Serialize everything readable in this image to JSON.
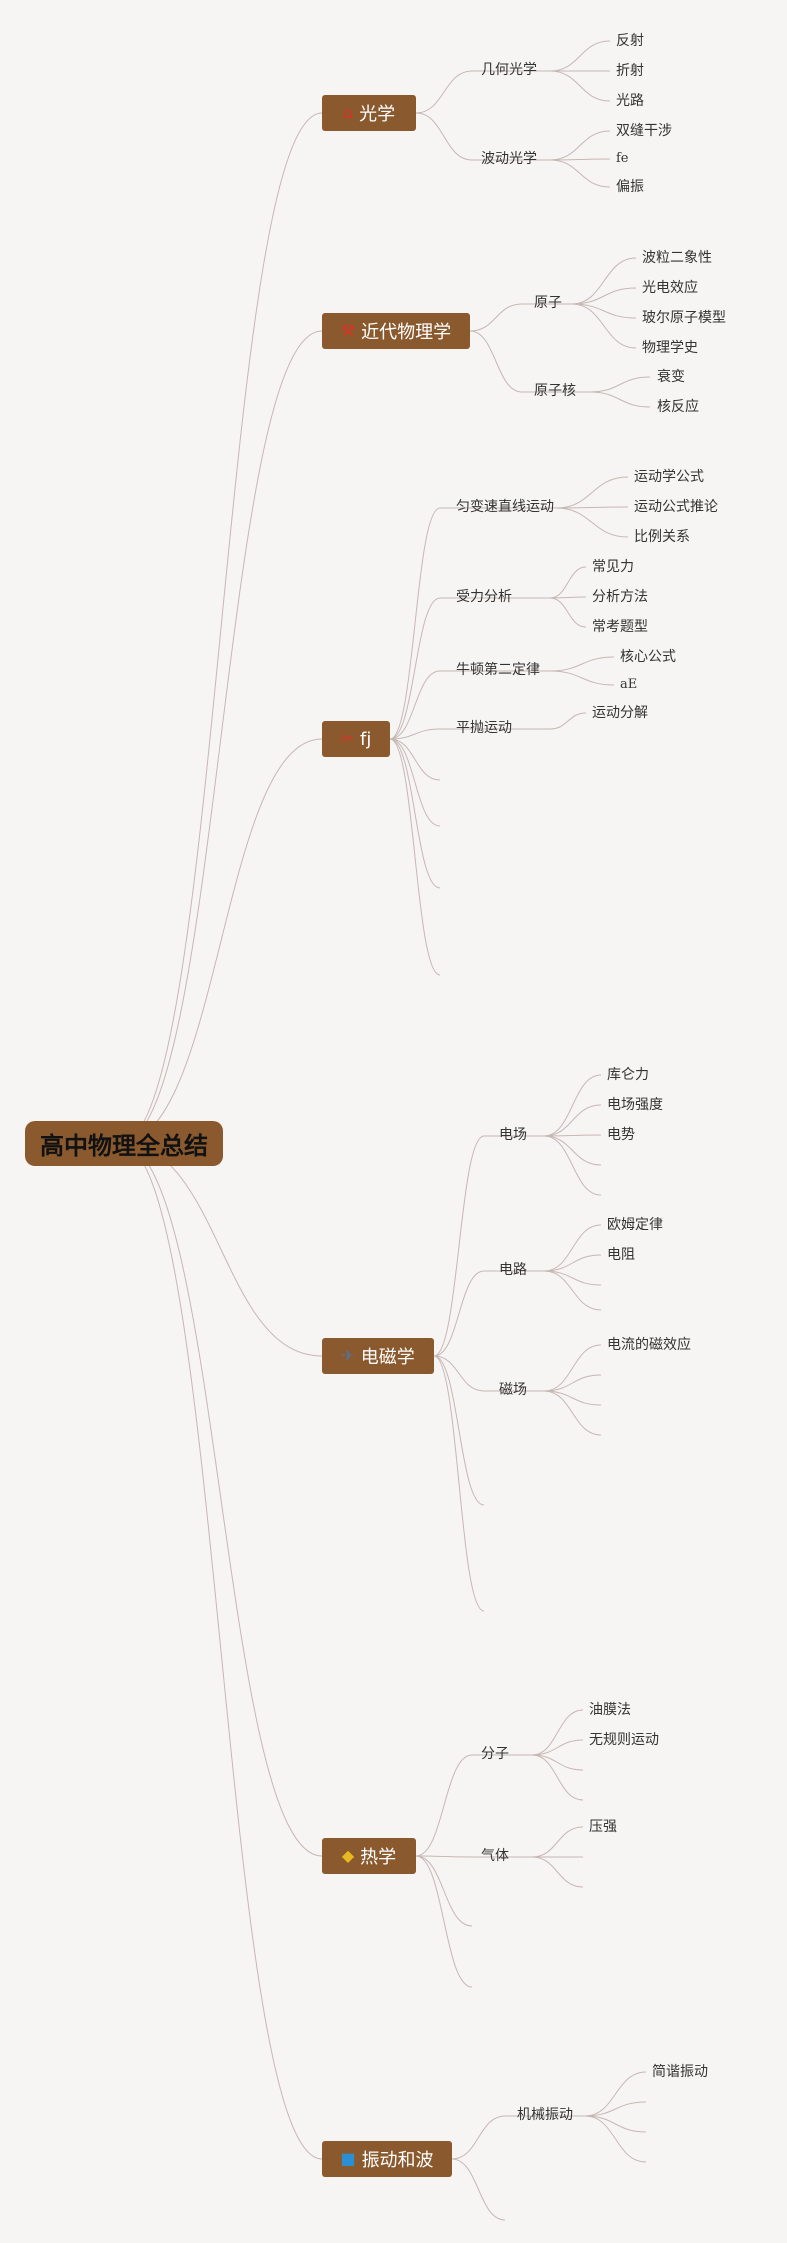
{
  "root": {
    "label": "高中物理全总结"
  },
  "branches": {
    "optics": {
      "label": "光学",
      "icon": "house-icon",
      "children": {
        "geometric": {
          "label": "几何光学",
          "items": [
            "反射",
            "折射",
            "光路"
          ]
        },
        "wave": {
          "label": "波动光学",
          "items": [
            "双缝干涉",
            "fe",
            "偏振"
          ]
        }
      }
    },
    "modern": {
      "label": "近代物理学",
      "icon": "hammer-icon",
      "children": {
        "atom": {
          "label": "原子",
          "items": [
            "波粒二象性",
            "光电效应",
            "玻尔原子模型",
            "物理学史"
          ]
        },
        "nucleus": {
          "label": "原子核",
          "items": [
            "衰变",
            "核反应"
          ]
        }
      }
    },
    "mechanics": {
      "label": "fj",
      "icon": "scissors-icon",
      "children": {
        "uniform": {
          "label": "匀变速直线运动",
          "items": [
            "运动学公式",
            "运动公式推论",
            "比例关系"
          ]
        },
        "force": {
          "label": "受力分析",
          "items": [
            "常见力",
            "分析方法",
            "常考题型"
          ]
        },
        "newton": {
          "label": "牛顿第二定律",
          "items": [
            "核心公式",
            "aE"
          ]
        },
        "projectile": {
          "label": "平抛运动",
          "items": [
            "运动分解"
          ]
        }
      }
    },
    "electromagnetism": {
      "label": "电磁学",
      "icon": "paper-plane-icon",
      "children": {
        "efield": {
          "label": "电场",
          "items": [
            "库仑力",
            "电场强度",
            "电势"
          ]
        },
        "circuit": {
          "label": "电路",
          "items": [
            "欧姆定律",
            "电阻"
          ]
        },
        "mfield": {
          "label": "磁场",
          "items": [
            "电流的磁效应"
          ]
        }
      }
    },
    "thermo": {
      "label": "热学",
      "icon": "diamond-icon",
      "children": {
        "molecule": {
          "label": "分子",
          "items": [
            "油膜法",
            "无规则运动"
          ]
        },
        "gas": {
          "label": "气体",
          "items": [
            "压强"
          ]
        }
      }
    },
    "waves": {
      "label": "振动和波",
      "icon": "blue-square-icon",
      "children": {
        "mech_vib": {
          "label": "机械振动",
          "items": [
            "简谐振动"
          ]
        }
      }
    }
  },
  "colors": {
    "background": "#f7f5f4",
    "node_fill": "#8a5a2e",
    "link": "#c6b7b3",
    "root_text": "#111111",
    "branch_text": "#ffffff",
    "icon_red": "#d8322a",
    "icon_gold": "#e8b820",
    "icon_blue": "#2b8fd6",
    "icon_slate": "#5b6f8a"
  }
}
